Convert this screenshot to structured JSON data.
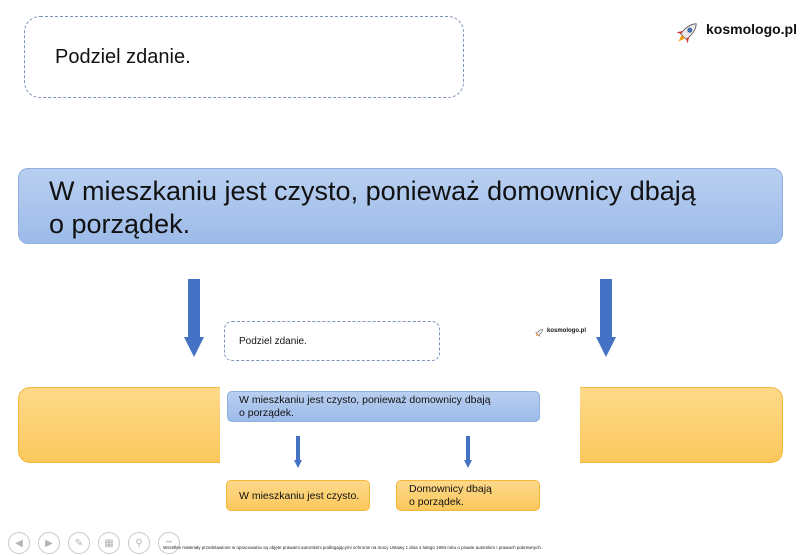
{
  "slide": {
    "instruction": "Podziel zdanie.",
    "sentence_line1": "W mieszkaniu jest czysto, ponieważ domownicy dbają",
    "sentence_line2": "o porządek.",
    "logo_text": "kosmologo.pl",
    "inner": {
      "instruction": "Podziel zdanie.",
      "sentence_line1": "W mieszkaniu jest czysto, ponieważ domownicy dbają",
      "sentence_line2": "o porządek.",
      "part1": "W mieszkaniu jest czysto.",
      "part2_line1": "Domownicy dbają",
      "part2_line2": "o porządek.",
      "logo_text": "kosmologo.pl"
    }
  },
  "footer": {
    "copyright": "Wszelkie materiały przedstawione w opracowaniu są objęte prawami autorskimi podlegającymi ochronie na mocy Ustawy z dnia 4 lutego 1994 roku o prawie autorskim i prawach pokrewnych."
  },
  "controls": {
    "icons": [
      "prev-icon",
      "next-icon",
      "pen-icon",
      "slides-icon",
      "zoom-icon",
      "more-icon"
    ],
    "more_label": "•••"
  },
  "colors": {
    "arrow": "#4472c4",
    "blue_box": "#a8c4ee",
    "orange_box": "#fcca62"
  }
}
